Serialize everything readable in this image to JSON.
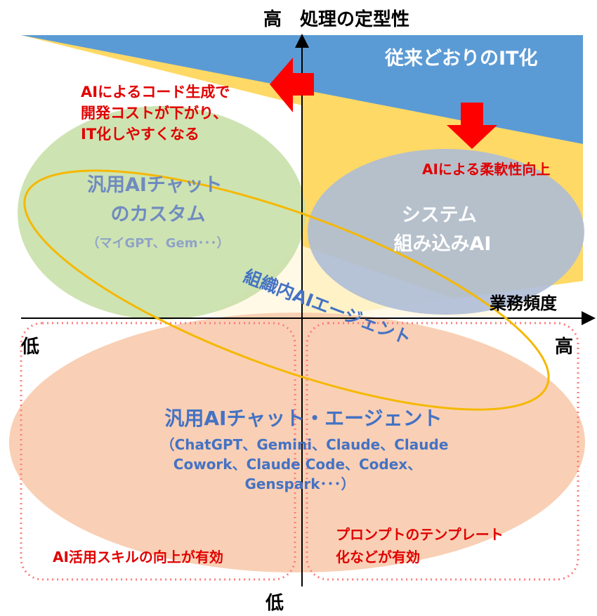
{
  "axes": {
    "y_top": "高　処理の定型性",
    "y_bottom": "低",
    "x_left": "低",
    "x_right": "高",
    "x_label": "業務頻度"
  },
  "bands": {
    "it_label": "従来どおりのIT化"
  },
  "annotations": {
    "left_arrow_lines": [
      "AIによるコード生成で",
      "開発コストが下がり、",
      "IT化しやすくなる"
    ],
    "down_arrow": "AIによる柔軟性向上"
  },
  "regions": {
    "custom_chat_lines": [
      "汎用AIチャット",
      "のカスタム"
    ],
    "custom_chat_sub": "（マイGPT、Gem･･･）",
    "embedded_ai_lines": [
      "システム",
      "組み込みAI"
    ],
    "org_agent": "組織内AIエージェント",
    "general_lines": [
      "汎用AIチャット・エージェント"
    ],
    "general_sub_lines": [
      "（ChatGPT、Gemini、Claude、Claude",
      "Cowork、Claude Code、Codex、",
      "Genspark･･･）"
    ],
    "skill_box": "AI活用スキルの向上が有効",
    "template_box_lines": [
      "プロンプトのテンプレート",
      "化などが有効"
    ]
  },
  "colors": {
    "blue_band": "#5b9bd5",
    "yellow_band": "#ffd966",
    "green": "#c5dea5",
    "gray_blue": "#aebdd6",
    "salmon": "#f8cbad",
    "red": "#ff0000",
    "orange_ring": "#f5b800",
    "text_blue": "#4472c4"
  }
}
